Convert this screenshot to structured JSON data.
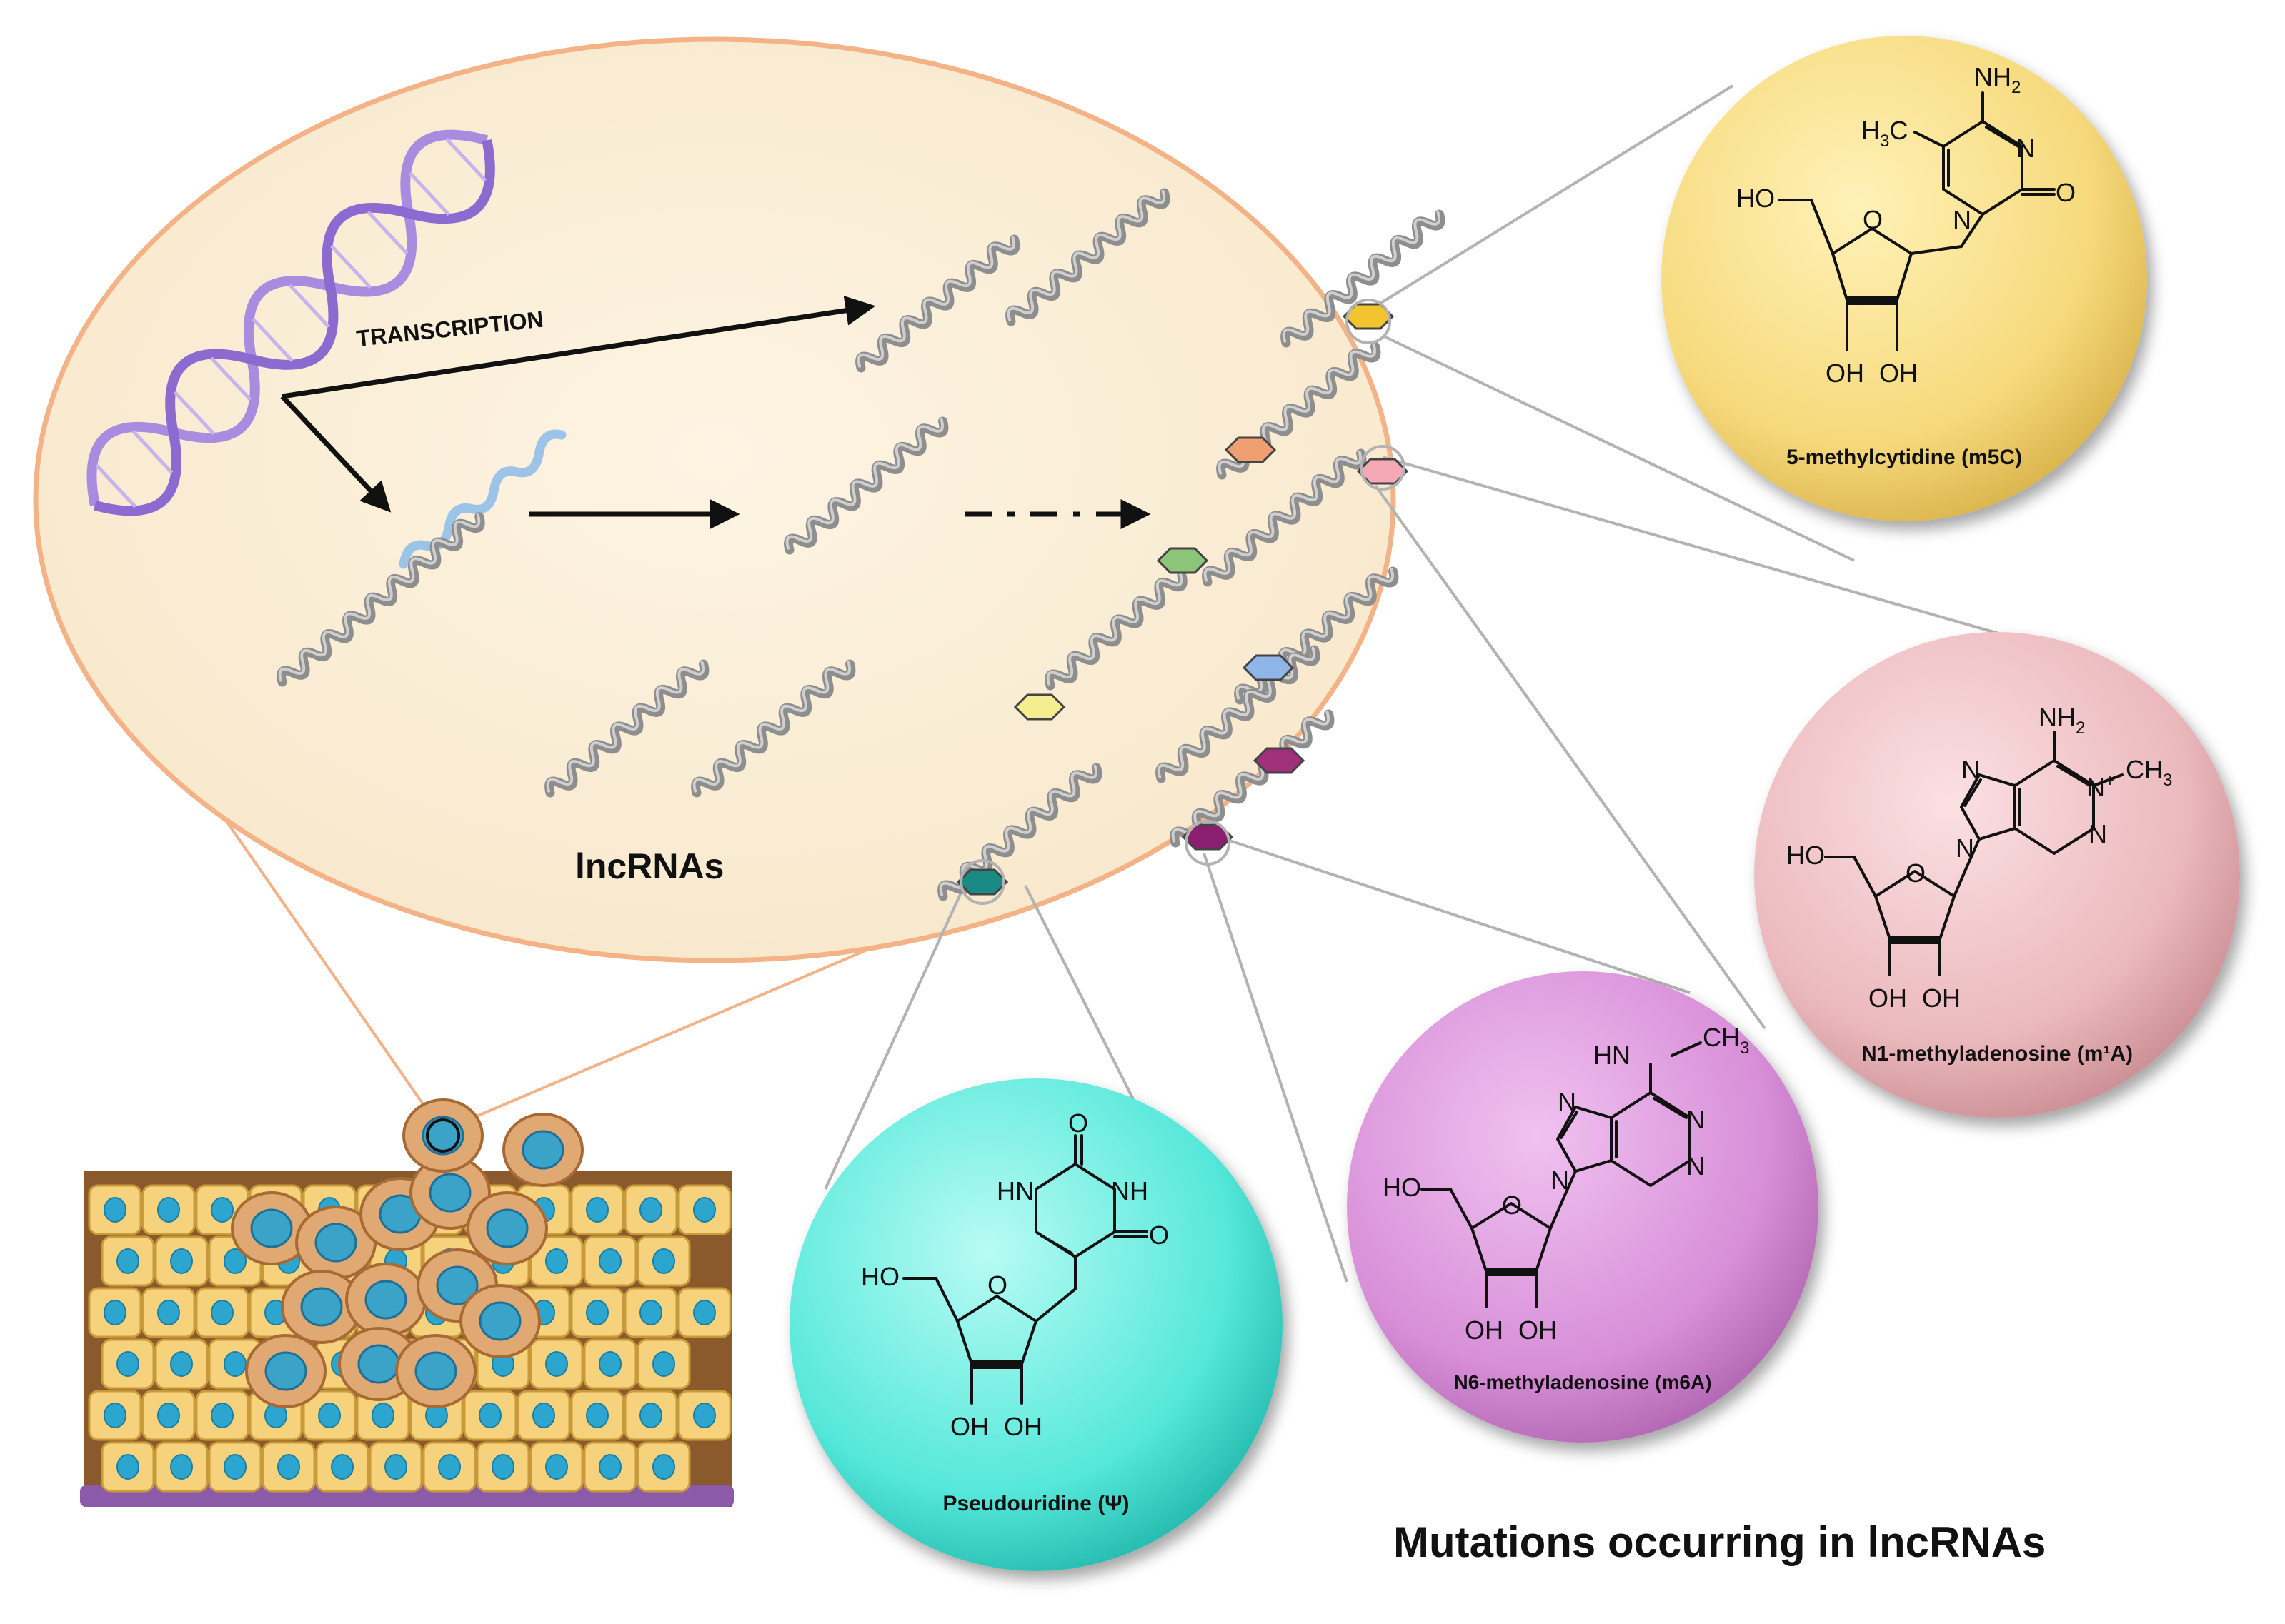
{
  "labels": {
    "transcription": "TRANSCRIPTION",
    "lncrnas": "lncRNAs",
    "mutations_title": "Mutations occurring in lncRNAs"
  },
  "modifications": [
    {
      "name": "5-methylcytidine (m5C)",
      "color": "#f5d97a"
    },
    {
      "name": "N1-methyladenosine (m¹A)",
      "color": "#e8b4b8"
    },
    {
      "name": "N6-methyladenosine (m6A)",
      "color": "#d58fd6"
    },
    {
      "name": "Pseudouridine (Ψ)",
      "color": "#4ee6d8"
    }
  ],
  "chem": {
    "nh2": "NH",
    "two": "2",
    "h3c": "H",
    "three": "3",
    "c_letter": "C",
    "n": "N",
    "o": "O",
    "ho": "HO",
    "oh": "OH",
    "hn": "HN",
    "ch3": "CH",
    "plus": "+",
    "nhch3": "N",
    "h": "H"
  },
  "colors": {
    "ellipse_fill": "#fbf0dc",
    "ellipse_stroke": "#f3b387",
    "hex_yellow": "#f2c430",
    "hex_orange": "#f0a070",
    "hex_pink": "#f4a9b4",
    "hex_green": "#8cc47a",
    "hex_lightyellow": "#f5ee90",
    "hex_blue": "#8fb6e6",
    "hex_purple": "#a0307a",
    "hex_magenta": "#8a1f6f",
    "hex_teal": "#1a8a85"
  }
}
